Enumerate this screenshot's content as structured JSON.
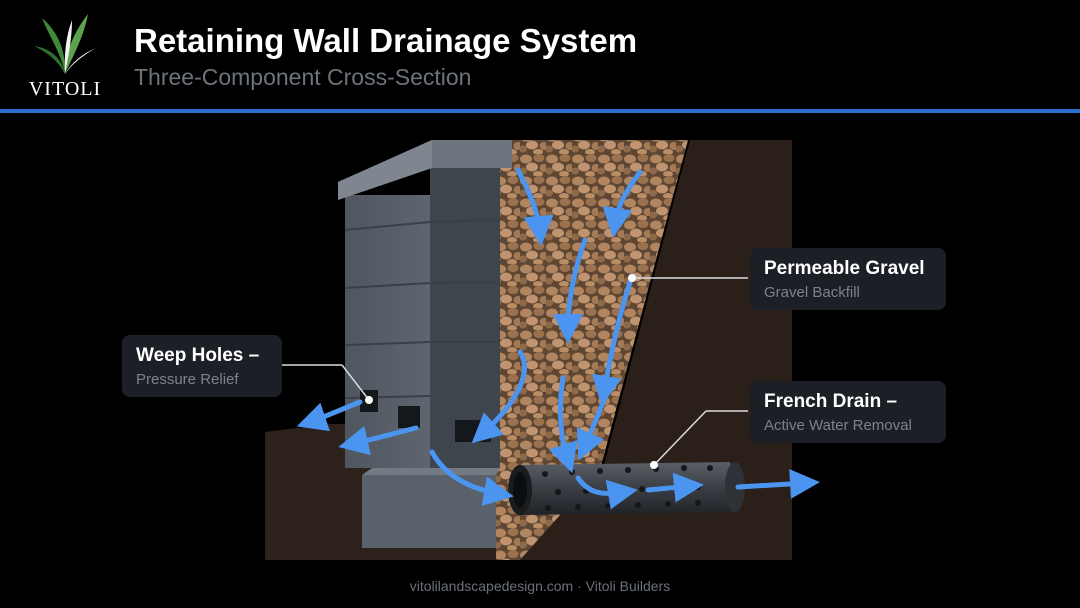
{
  "header": {
    "logo_text": "VITOLI",
    "title": "Retaining Wall Drainage System",
    "subtitle": "Three-Component Cross-Section"
  },
  "labels": {
    "weep_holes": {
      "title": "Weep Holes –",
      "subtitle": "Pressure Relief"
    },
    "gravel": {
      "title": "Permeable Gravel",
      "subtitle": "Gravel Backfill"
    },
    "french_drain": {
      "title": "French Drain –",
      "subtitle": "Active Water Removal"
    }
  },
  "footer": {
    "text": "vitolilandscapedesign.com · Vitoli Builders"
  },
  "colors": {
    "accent_blue": "#2a6fd0",
    "water_arrow": "#3d86e8",
    "wall": "#5a616b",
    "soil": "#2b211a",
    "gravel": "#a57c58",
    "pipe": "#3a3e44"
  }
}
